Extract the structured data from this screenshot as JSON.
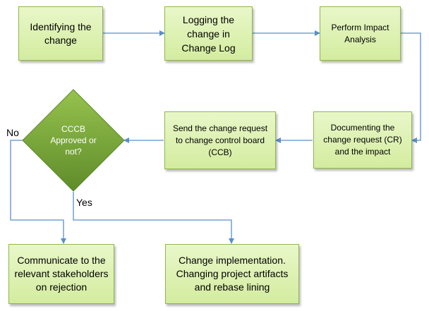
{
  "nodes": {
    "identify": "Identifying the change",
    "logging": "Logging the change in Change Log",
    "impact": "Perform Impact Analysis",
    "documenting": "Documenting the change request (CR) and the impact",
    "send": "Send the change request to change control board (CCB)",
    "decision": "CCCB Approved or not?",
    "communicate": "Communicate to the relevant stakeholders on rejection",
    "implement": "Change implementation. Changing project artifacts and rebase lining"
  },
  "edge_labels": {
    "no": "No",
    "yes": "Yes"
  },
  "colors": {
    "box_fill": "#d3ec9f",
    "box_border": "#8fb84a",
    "decision_fill": "#7aa63b",
    "arrow": "#5b8ec9"
  }
}
